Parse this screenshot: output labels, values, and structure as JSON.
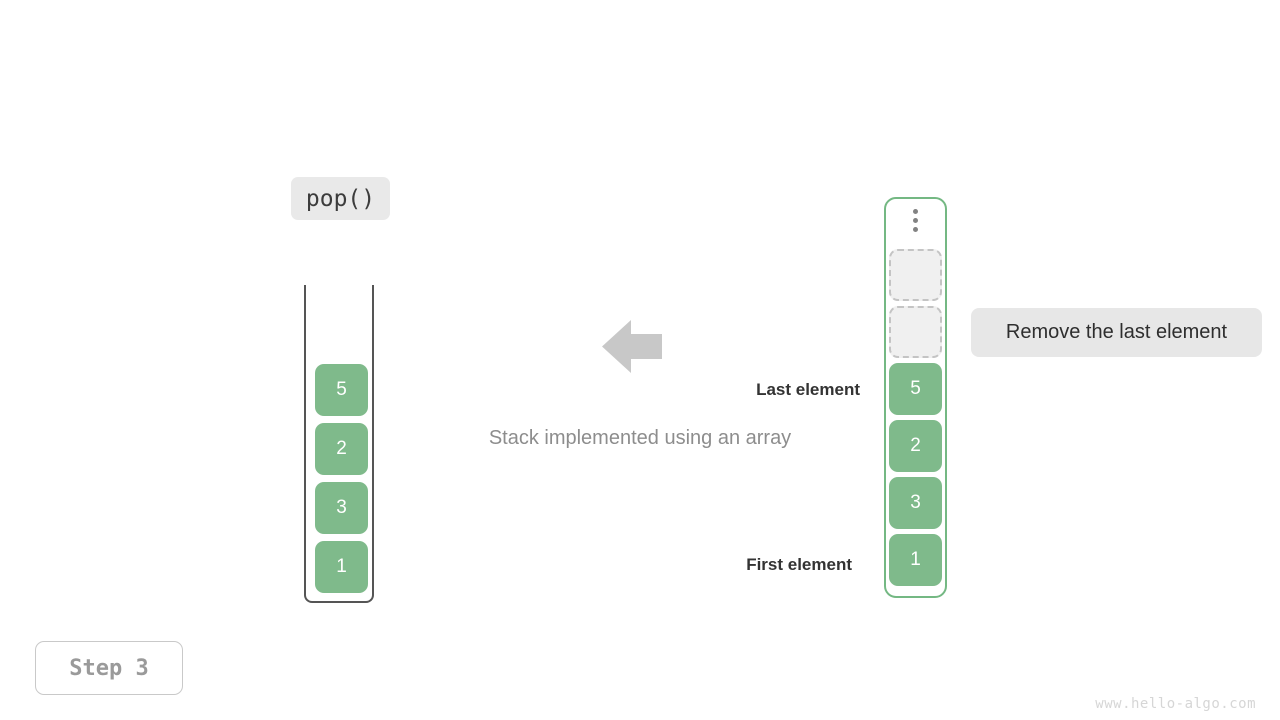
{
  "operation": {
    "label": "pop()"
  },
  "caption": {
    "text": "Stack implemented using an array"
  },
  "left_stack": {
    "name": "array-backed-stack-before",
    "cells": [
      {
        "value": "5",
        "state": "filled"
      },
      {
        "value": "2",
        "state": "filled"
      },
      {
        "value": "3",
        "state": "filled"
      },
      {
        "value": "1",
        "state": "filled"
      }
    ]
  },
  "right_stack": {
    "name": "underlying-array",
    "ellipsis": "vertical-ellipsis",
    "slots": [
      {
        "value": "",
        "state": "empty"
      },
      {
        "value": "",
        "state": "empty"
      },
      {
        "value": "5",
        "state": "filled"
      },
      {
        "value": "2",
        "state": "filled"
      },
      {
        "value": "3",
        "state": "filled"
      },
      {
        "value": "1",
        "state": "filled"
      }
    ]
  },
  "annotations": {
    "last_element": "Last element",
    "first_element": "First element",
    "note": "Remove the last element"
  },
  "arrow": {
    "direction": "left",
    "color": "#c8c8c8"
  },
  "step": {
    "label": "Step 3"
  },
  "watermark": {
    "text": "www.hello-algo.com"
  },
  "colors": {
    "cell_fill": "#7fba8b",
    "cell_empty_fill": "#f0f0f0",
    "cell_empty_border": "#c4c4c4",
    "container_border_right": "#74b883",
    "container_border_left": "#555555",
    "badge_bg": "#e9e9e9",
    "caption_text": "#8d8d8d",
    "label_text": "#333333",
    "step_text": "#9a9a9a",
    "watermark_text": "#d6d6d6"
  }
}
